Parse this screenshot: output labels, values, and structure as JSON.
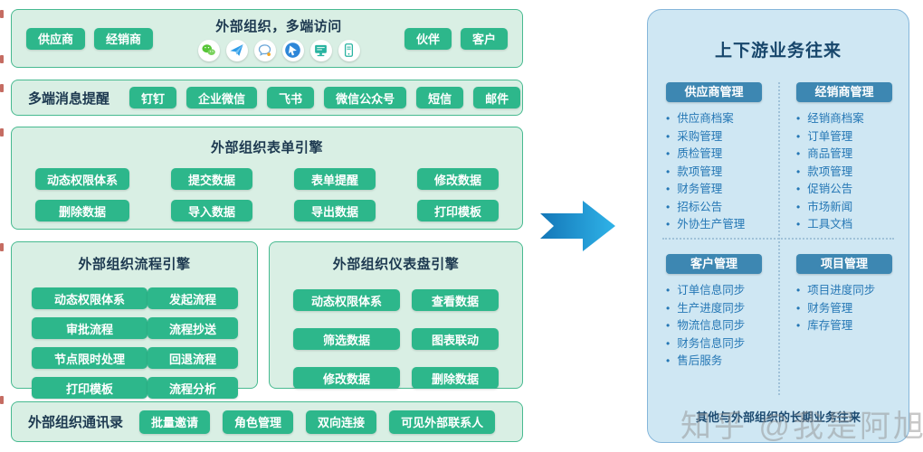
{
  "colors": {
    "green_button": "#2db78b",
    "green_panel_bg": "#d9efe4",
    "green_panel_border": "#47ba90",
    "blue_panel_bg": "#cfe7f3",
    "blue_header": "#3d87b2",
    "blue_item_text": "#2577b5",
    "title_navy": "#1d3950",
    "arrow_gradient": [
      "#1477b8",
      "#2fb3e8"
    ]
  },
  "left": {
    "access_panel": {
      "title": "外部组织，多端访问",
      "left_buttons": [
        "供应商",
        "经销商"
      ],
      "right_buttons": [
        "伙伴",
        "客户"
      ],
      "icons": [
        "wechat-icon",
        "paper-plane-icon",
        "chat-bubble-icon",
        "pointer-icon",
        "monitor-icon",
        "phone-icon"
      ]
    },
    "notify_panel": {
      "label": "多端消息提醒",
      "buttons": [
        "钉钉",
        "企业微信",
        "飞书",
        "微信公众号",
        "短信",
        "邮件"
      ]
    },
    "form_panel": {
      "title": "外部组织表单引擎",
      "buttons": [
        "动态权限体系",
        "提交数据",
        "表单提醒",
        "修改数据",
        "删除数据",
        "导入数据",
        "导出数据",
        "打印模板"
      ]
    },
    "flow_panel": {
      "title": "外部组织流程引擎",
      "buttons": [
        "动态权限体系",
        "发起流程",
        "审批流程",
        "流程抄送",
        "节点限时处理",
        "回退流程",
        "打印模板",
        "流程分析"
      ]
    },
    "dashboard_panel": {
      "title": "外部组织仪表盘引擎",
      "buttons": [
        "动态权限体系",
        "查看数据",
        "筛选数据",
        "图表联动",
        "修改数据",
        "删除数据"
      ]
    },
    "contacts_panel": {
      "label": "外部组织通讯录",
      "buttons": [
        "批量邀请",
        "角色管理",
        "双向连接",
        "可见外部联系人"
      ]
    }
  },
  "right": {
    "title": "上下游业务往来",
    "sections": [
      {
        "header": "供应商管理",
        "items": [
          "供应商档案",
          "采购管理",
          "质检管理",
          "款项管理",
          "财务管理",
          "招标公告",
          "外协生产管理"
        ]
      },
      {
        "header": "经销商管理",
        "items": [
          "经销商档案",
          "订单管理",
          "商品管理",
          "款项管理",
          "促销公告",
          "市场新闻",
          "工具文档"
        ]
      },
      {
        "header": "客户管理",
        "items": [
          "订单信息同步",
          "生产进度同步",
          "物流信息同步",
          "财务信息同步",
          "售后服务"
        ]
      },
      {
        "header": "项目管理",
        "items": [
          "项目进度同步",
          "财务管理",
          "库存管理"
        ]
      }
    ],
    "footer": "其他与外部组织的长期业务往来"
  },
  "watermark": {
    "text": "知乎 @我是阿旭"
  }
}
